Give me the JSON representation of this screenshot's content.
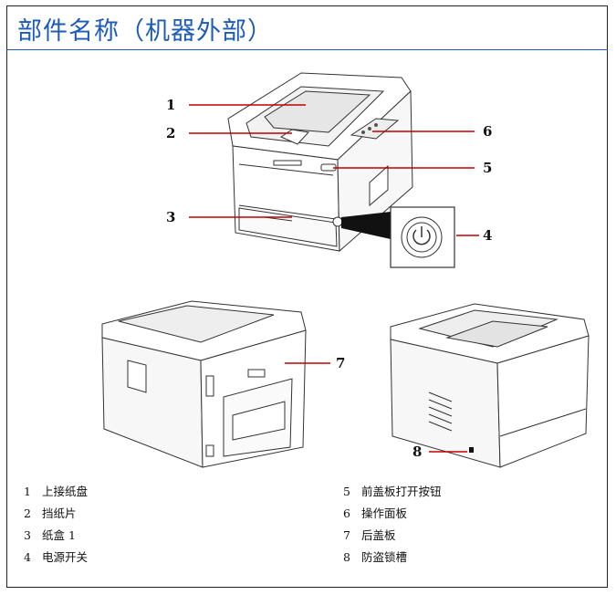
{
  "page": {
    "title": "部件名称（机器外部）"
  },
  "callouts": [
    "1",
    "2",
    "3",
    "4",
    "5",
    "6",
    "7",
    "8"
  ],
  "legend": [
    {
      "num": "1",
      "label": "上接纸盘"
    },
    {
      "num": "2",
      "label": "挡纸片"
    },
    {
      "num": "3",
      "label": "纸盒 1"
    },
    {
      "num": "4",
      "label": "电源开关"
    },
    {
      "num": "5",
      "label": "前盖板打开按钮"
    },
    {
      "num": "6",
      "label": "操作面板"
    },
    {
      "num": "7",
      "label": "后盖板"
    },
    {
      "num": "8",
      "label": "防盗锁槽"
    }
  ]
}
